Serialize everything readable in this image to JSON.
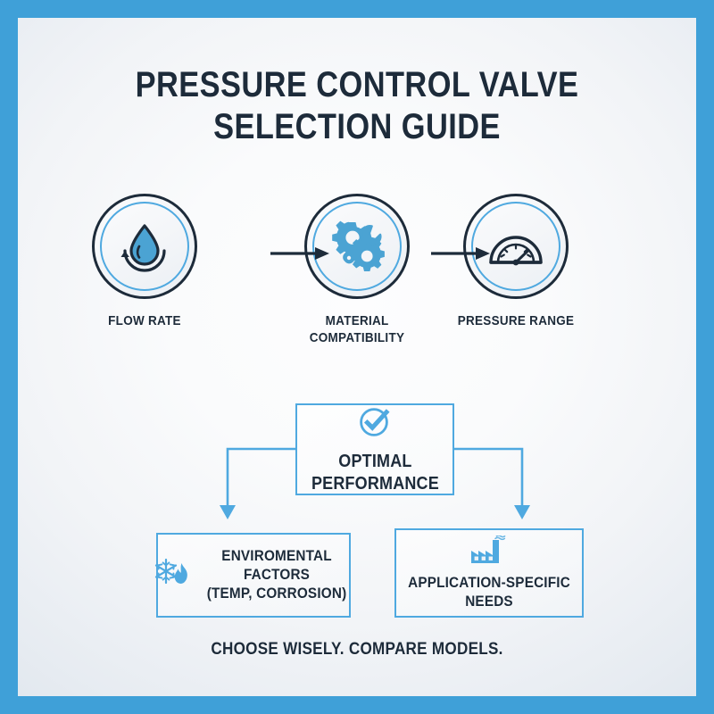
{
  "frame": {
    "border_color": "#3FA0D8",
    "panel_bg_center": "#fdfdfe",
    "panel_bg_edge": "#d1dbe4"
  },
  "title": {
    "line1": "PRESSURE CONTROL VALVE",
    "line2": "SELECTION GUIDE",
    "color": "#1d2b3a"
  },
  "colors": {
    "navy": "#1d2b3a",
    "accent_blue": "#4FA9E0",
    "icon_blue": "#4BA3D3"
  },
  "criteria": [
    {
      "id": "flow-rate",
      "icon": "water-droplet-flow-icon",
      "label_line1": "FLOW RATE",
      "label_line2": ""
    },
    {
      "id": "material-compatibility",
      "icon": "gear-wrench-icon",
      "label_line1": "MATERIAL",
      "label_line2": "COMPATIBILITY"
    },
    {
      "id": "pressure-range",
      "icon": "pressure-gauge-icon",
      "label_line1": "PRESSURE",
      "label_line2": "RANGE"
    }
  ],
  "outcome": {
    "id": "optimal-performance",
    "icon": "check-circle-icon",
    "line1": "OPTIMAL",
    "line2": "PERFORMANCE"
  },
  "considerations": [
    {
      "id": "environmental-factors",
      "icon": "snowflake-flame-icon",
      "line1": "ENVIROMENTAL",
      "line2": "FACTORS",
      "line3": "(TEMP, CORROSION)"
    },
    {
      "id": "application-specific-needs",
      "icon": "factory-icon",
      "line1": "APPLICATION-SPECIFIC",
      "line2": "NEEDS",
      "line3": ""
    }
  ],
  "footer": {
    "tagline": "CHOOSE WISELY. COMPARE MODELS."
  }
}
